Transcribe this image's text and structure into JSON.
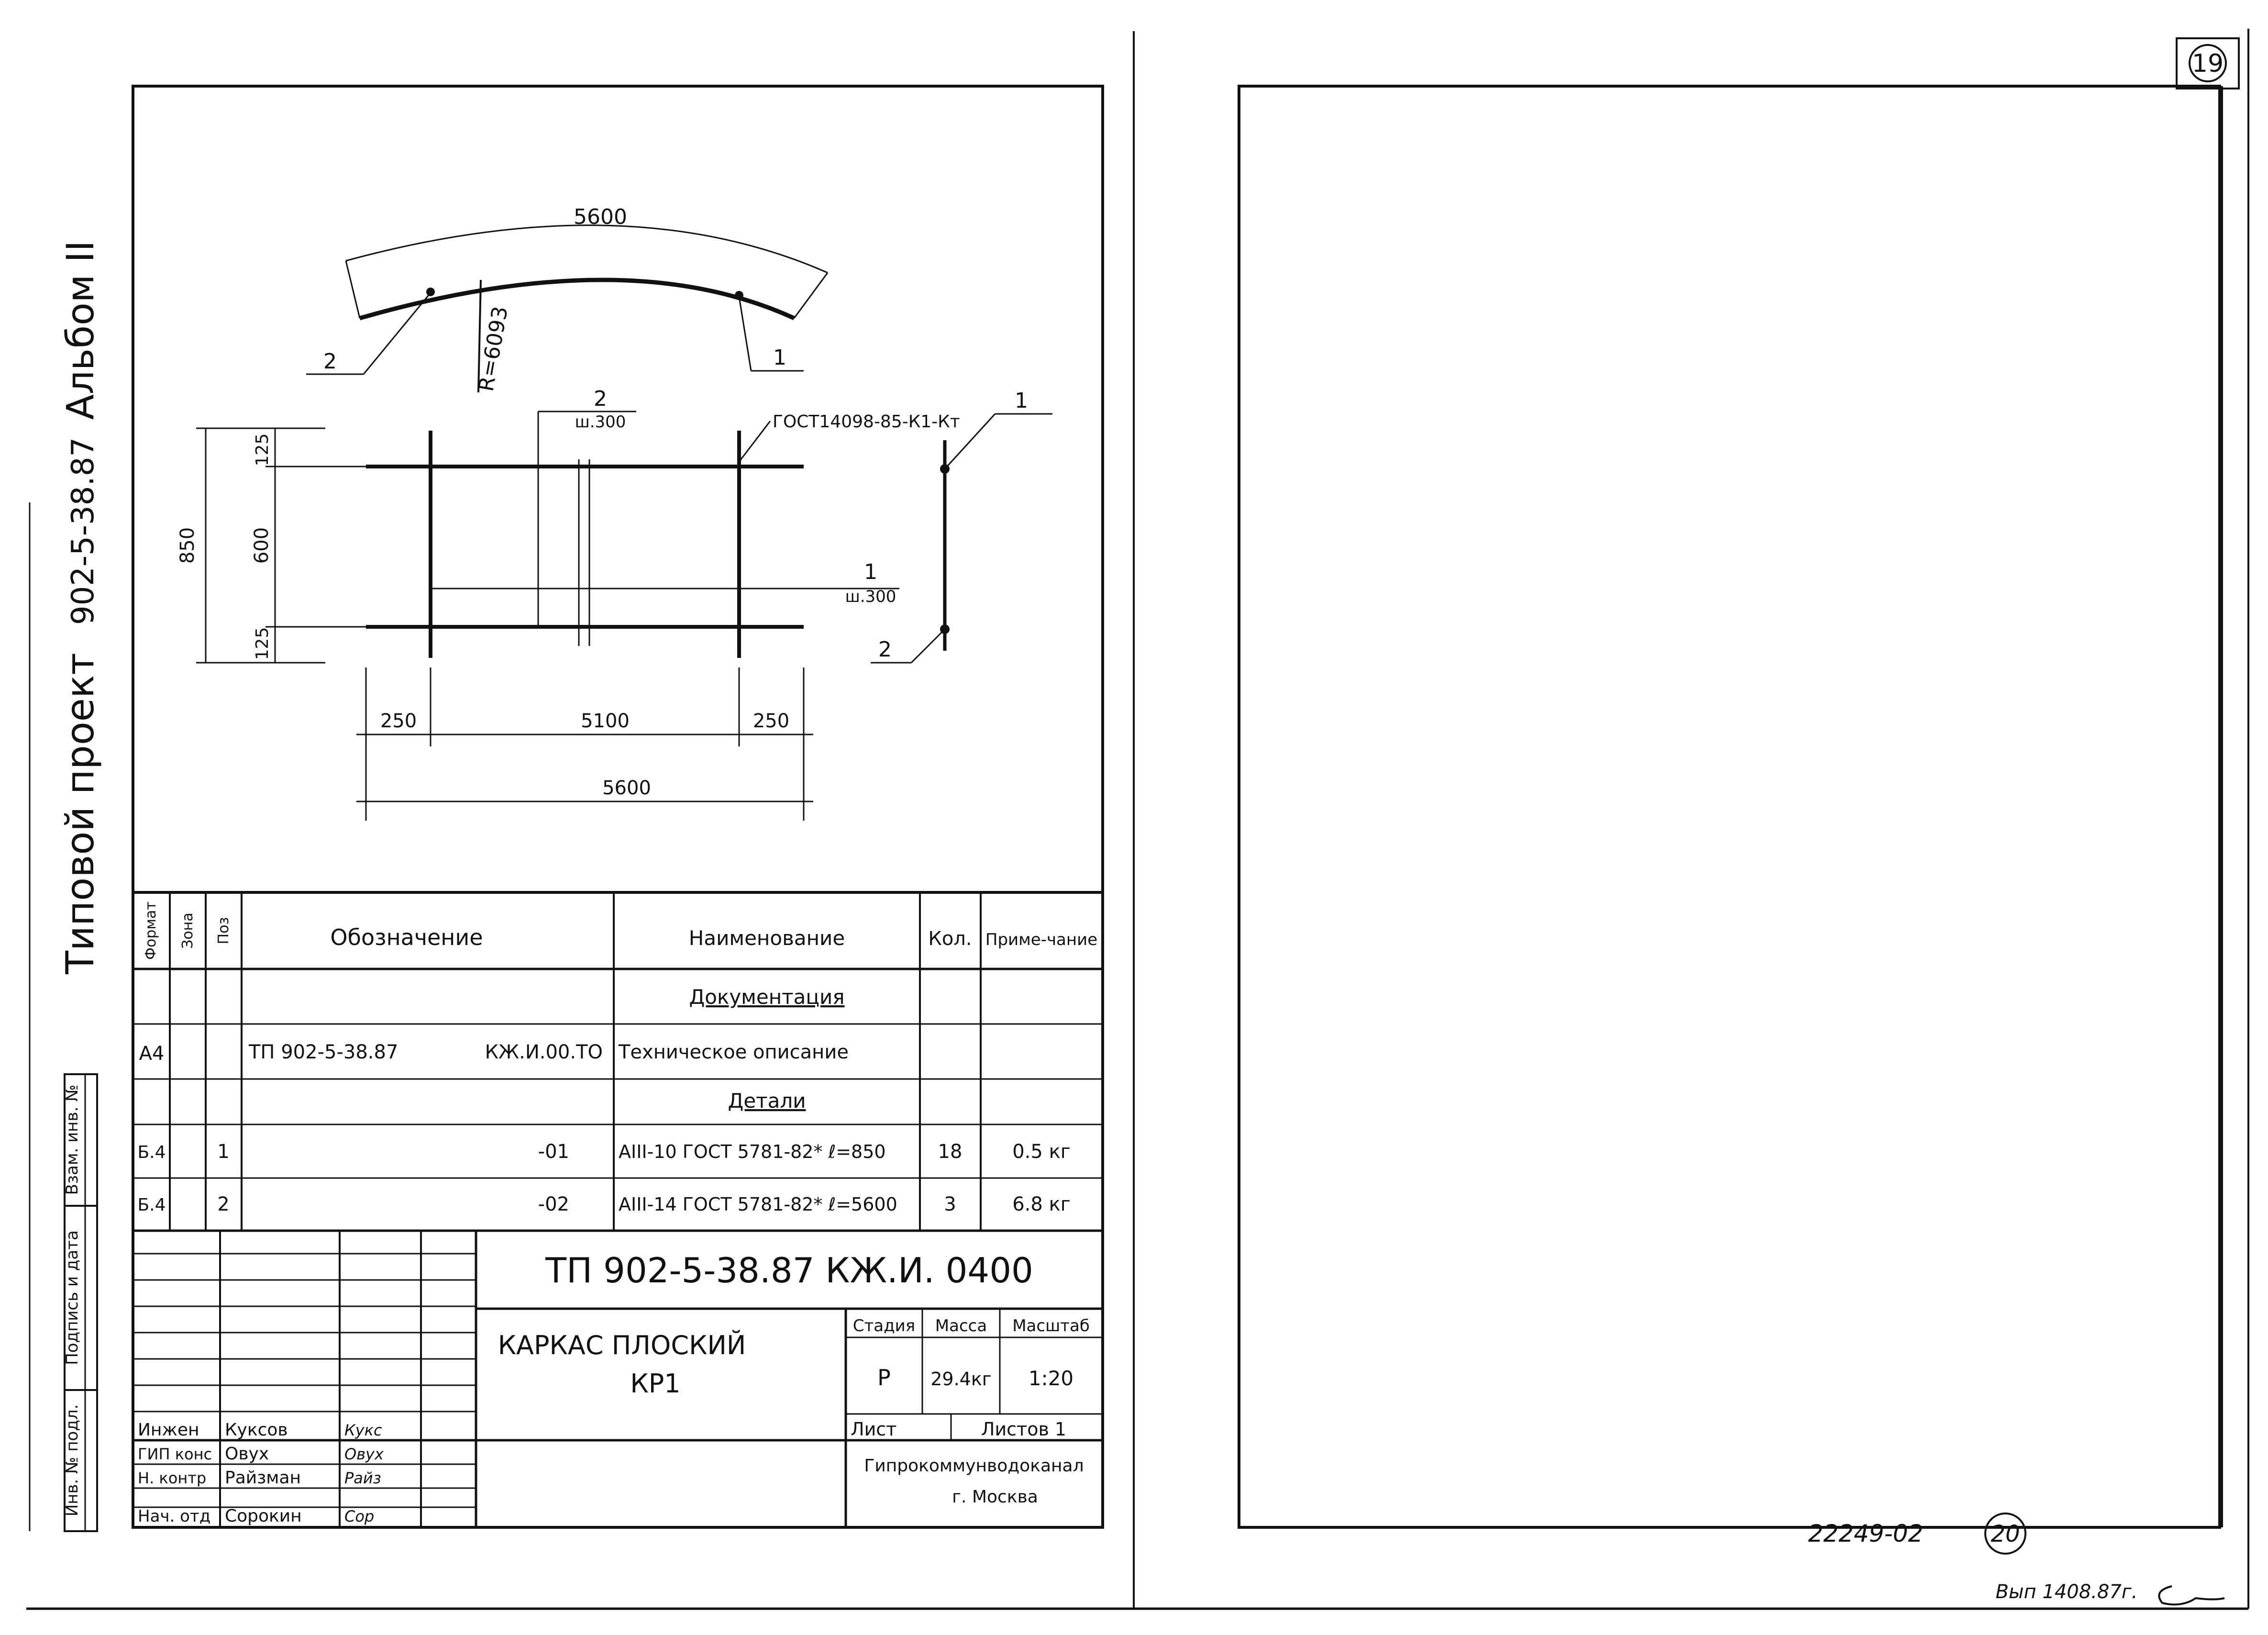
{
  "sheet_number": "19",
  "left_binding": {
    "album": "Альбом II",
    "project_code": "902-5-38.87",
    "project_type": "Типовой проект"
  },
  "side_stamp": {
    "inv_orig": "Инв. № подл.",
    "sign_date": "Подпись и дата",
    "replaced_inv": "Взам. инв. №"
  },
  "drawing": {
    "arc_length": "5600",
    "radius": "R=6093",
    "arc_pos_left": "2",
    "arc_pos_right": "1",
    "weld_pos": "2",
    "weld_spacing": "ш.300",
    "gost_note": "ГОСТ14098-85-К1-Кт",
    "section_pos_top": "1",
    "section_pos_bottom": "2",
    "bar1_pos": "1",
    "bar1_spacing": "ш.300",
    "dim_height_total": "850",
    "dim_top": "125",
    "dim_mid": "600",
    "dim_bottom": "125",
    "dim_left": "250",
    "dim_center": "5100",
    "dim_right": "250",
    "dim_length_total": "5600"
  },
  "spec_table": {
    "headers": {
      "format": "Формат",
      "zone": "Зона",
      "pos": "Поз",
      "designation": "Обозначение",
      "name": "Наименование",
      "qty": "Кол.",
      "note": "Приме-чание"
    },
    "section_docs": "Документация",
    "doc_row": {
      "format": "А4",
      "designation": "ТП 902-5-38.87",
      "designation_code": "КЖ.И.00.ТО",
      "name": "Техническое описание"
    },
    "section_parts": "Детали",
    "rows": [
      {
        "format": "Б.4",
        "pos": "1",
        "designation": "-01",
        "name": "АIII-10 ГОСТ 5781-82* ℓ=850",
        "qty": "18",
        "note": "0.5 кг"
      },
      {
        "format": "Б.4",
        "pos": "2",
        "designation": "-02",
        "name": "АIII-14 ГОСТ 5781-82* ℓ=5600",
        "qty": "3",
        "note": "6.8 кг"
      }
    ]
  },
  "title_block": {
    "code": "ТП 902-5-38.87 КЖ.И. 0400",
    "title_line1": "КАРКАС ПЛОСКИЙ",
    "title_line2": "КР1",
    "stage_label": "Стадия",
    "mass_label": "Масса",
    "scale_label": "Масштаб",
    "stage": "Р",
    "mass": "29.4кг",
    "scale": "1:20",
    "sheet_label": "Лист",
    "sheets_label": "Листов 1",
    "org_line1": "Гипрокоммунводоканал",
    "org_line2": "г. Москва",
    "roles": [
      {
        "role": "Инжен",
        "name": "Куксов",
        "sign": "Кукс"
      },
      {
        "role": "ГИП конс",
        "name": "Овух",
        "sign": "Овух"
      },
      {
        "role": "Н. контр",
        "name": "Райзман",
        "sign": "Райз"
      },
      {
        "role": "Нач. отд",
        "name": "Сорокин",
        "sign": "Сор"
      }
    ]
  },
  "footer": {
    "archive_number": "22249-02",
    "page_number": "20",
    "stamp_note": "Вып 1408.87г."
  }
}
